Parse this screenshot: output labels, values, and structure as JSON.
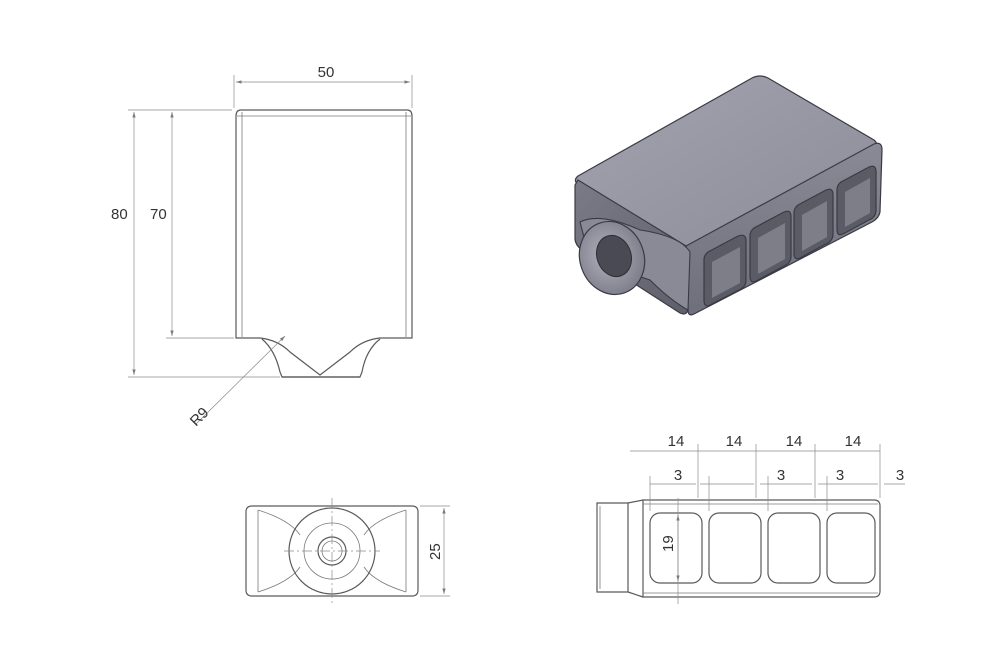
{
  "front_view": {
    "dim_width": "50",
    "dim_total_height": "80",
    "dim_body_height": "70",
    "dim_radius": "R9"
  },
  "bottom_view": {
    "dim_height": "25"
  },
  "side_view": {
    "dim_pitch": [
      "14",
      "14",
      "14",
      "14"
    ],
    "dim_wall": [
      "3",
      "3",
      "3",
      "3"
    ],
    "dim_port_height": "19"
  },
  "iso_view": {
    "body_color": "#8e8e9a",
    "edge_color": "#3a3a44"
  }
}
